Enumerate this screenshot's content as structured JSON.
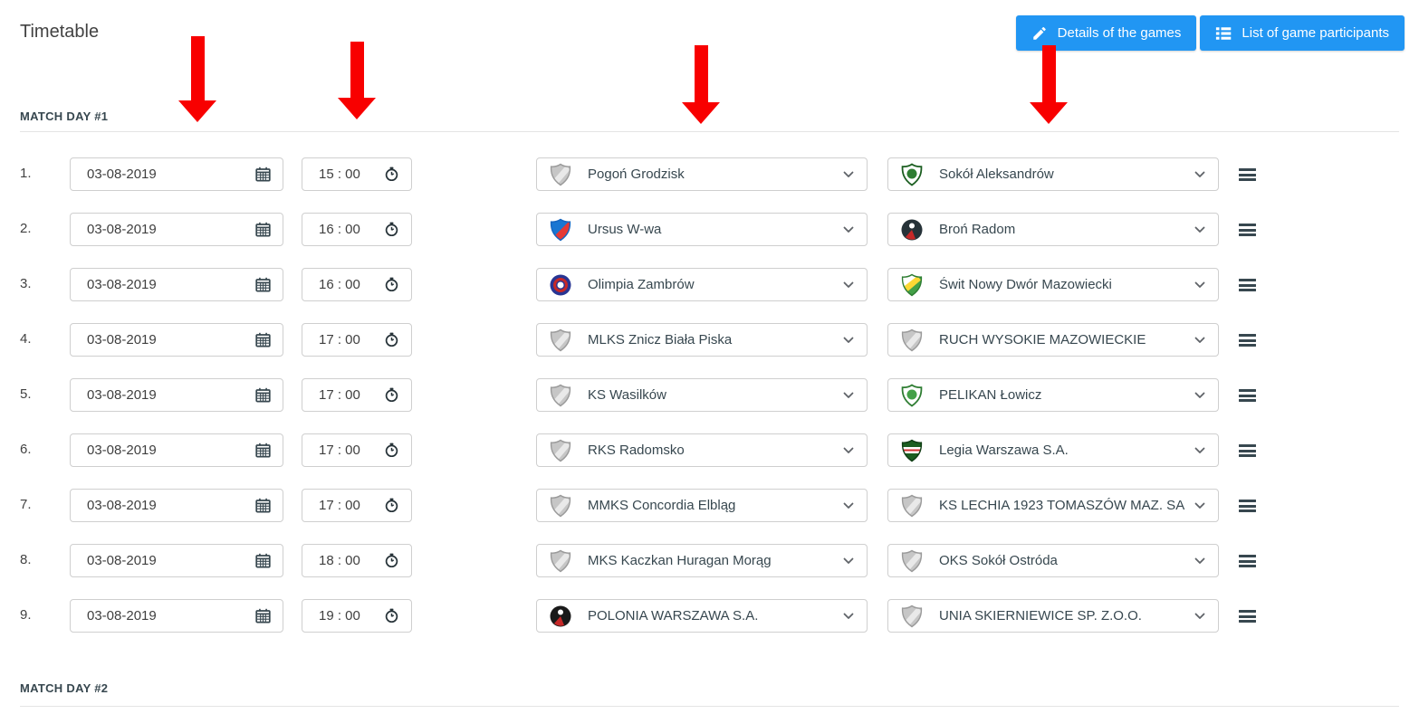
{
  "page": {
    "title": "Timetable"
  },
  "toolbar": {
    "details_button": "Details of the games",
    "participants_button": "List of game participants"
  },
  "colors": {
    "button_blue": "#2196f3",
    "arrow_red": "#f80000",
    "input_border": "#cfcfcf",
    "text_dark": "#37474f"
  },
  "sections": [
    {
      "label": "MATCH DAY #1",
      "matches": [
        {
          "no": "1.",
          "date": "03-08-2019",
          "time": "15 : 00",
          "home": {
            "name": "Pogoń Grodzisk",
            "logo": {
              "variant": "generic"
            }
          },
          "away": {
            "name": "Sokół Aleksandrów",
            "logo": {
              "variant": "shield-emblem",
              "primary": "#2e7d32",
              "stroke": "#1b5e20"
            }
          }
        },
        {
          "no": "2.",
          "date": "03-08-2019",
          "time": "16 : 00",
          "home": {
            "name": "Ursus W-wa",
            "logo": {
              "variant": "shield-duo",
              "primary": "#1976d2",
              "secondary": "#e53935",
              "stroke": "#1565c0"
            }
          },
          "away": {
            "name": "Broń Radom",
            "logo": {
              "variant": "circle-wedge",
              "primary": "#263238",
              "secondary": "#c62828"
            }
          }
        },
        {
          "no": "3.",
          "date": "03-08-2019",
          "time": "16 : 00",
          "home": {
            "name": "Olimpia Zambrów",
            "logo": {
              "variant": "circle-ring",
              "primary": "#283593",
              "secondary": "#c62828"
            }
          },
          "away": {
            "name": "Świt Nowy Dwór Mazowiecki",
            "logo": {
              "variant": "shield-duo",
              "primary": "#ffffff",
              "secondary": "#43a047",
              "stripe": "#fdd835",
              "stroke": "#2e7d32"
            }
          }
        },
        {
          "no": "4.",
          "date": "03-08-2019",
          "time": "17 : 00",
          "home": {
            "name": "MLKS Znicz Biała Piska",
            "logo": {
              "variant": "generic"
            }
          },
          "away": {
            "name": "RUCH WYSOKIE MAZOWIECKIE",
            "logo": {
              "variant": "generic"
            }
          }
        },
        {
          "no": "5.",
          "date": "03-08-2019",
          "time": "17 : 00",
          "home": {
            "name": "KS Wasilków",
            "logo": {
              "variant": "generic"
            }
          },
          "away": {
            "name": "PELIKAN Łowicz",
            "logo": {
              "variant": "shield-emblem",
              "primary": "#43a047",
              "stroke": "#2e7d32"
            }
          }
        },
        {
          "no": "6.",
          "date": "03-08-2019",
          "time": "17 : 00",
          "home": {
            "name": "RKS Radomsko",
            "logo": {
              "variant": "generic"
            }
          },
          "away": {
            "name": "Legia Warszawa S.A.",
            "logo": {
              "variant": "shield-band",
              "primary": "#1b5e20",
              "secondary": "#d32f2f",
              "stroke": "#0f3d14"
            }
          }
        },
        {
          "no": "7.",
          "date": "03-08-2019",
          "time": "17 : 00",
          "home": {
            "name": "MMKS Concordia Elbląg",
            "logo": {
              "variant": "generic"
            }
          },
          "away": {
            "name": "KS LECHIA 1923 TOMASZÓW MAZ. SA",
            "logo": {
              "variant": "generic"
            }
          }
        },
        {
          "no": "8.",
          "date": "03-08-2019",
          "time": "18 : 00",
          "home": {
            "name": "MKS Kaczkan Huragan Morąg",
            "logo": {
              "variant": "generic"
            }
          },
          "away": {
            "name": "OKS Sokół Ostróda",
            "logo": {
              "variant": "generic"
            }
          }
        },
        {
          "no": "9.",
          "date": "03-08-2019",
          "time": "19 : 00",
          "home": {
            "name": "POLONIA WARSZAWA S.A.",
            "logo": {
              "variant": "circle-wedge",
              "primary": "#1a1a1a",
              "secondary": "#c62828"
            }
          },
          "away": {
            "name": "UNIA SKIERNIEWICE SP. Z.O.O.",
            "logo": {
              "variant": "generic"
            }
          }
        }
      ]
    },
    {
      "label": "MATCH DAY #2",
      "matches": []
    }
  ]
}
